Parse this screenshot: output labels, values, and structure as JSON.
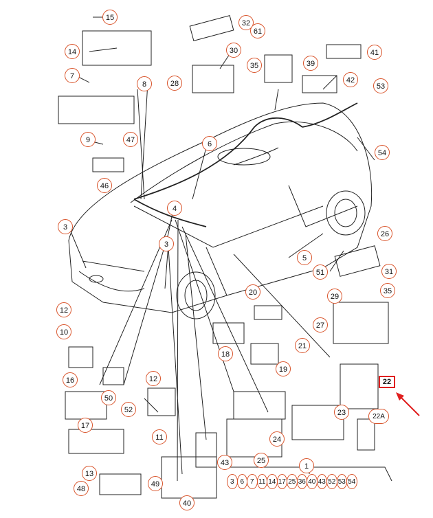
{
  "diagram": {
    "labels": {
      "l15": "15",
      "l32": "32",
      "l61": "61",
      "l14": "14",
      "l30": "30",
      "l35a": "35",
      "l41": "41",
      "l39": "39",
      "l7": "7",
      "l28": "28",
      "l8": "8",
      "l42": "42",
      "l53": "53",
      "l9": "9",
      "l47": "47",
      "l6": "6",
      "l54": "54",
      "l46": "46",
      "l4": "4",
      "l3a": "3",
      "l26": "26",
      "l5": "5",
      "l3b": "3",
      "l51": "51",
      "l31": "31",
      "l20": "20",
      "l29": "29",
      "l35b": "35",
      "l12a": "12",
      "l27": "27",
      "l10": "10",
      "l21": "21",
      "l18": "18",
      "l19": "19",
      "l16": "16",
      "l22": "22",
      "l12b": "12",
      "l50": "50",
      "l52": "52",
      "l23": "23",
      "l22A": "22A",
      "l17": "17",
      "l11": "11",
      "l24": "24",
      "l13": "13",
      "l25": "25",
      "l43": "43",
      "l1": "1",
      "l48": "48",
      "l49": "49",
      "l40": "40"
    },
    "row_items": [
      "3",
      "6",
      "7",
      "11",
      "14",
      "17",
      "25",
      "36",
      "40",
      "43",
      "52",
      "53",
      "54"
    ]
  }
}
